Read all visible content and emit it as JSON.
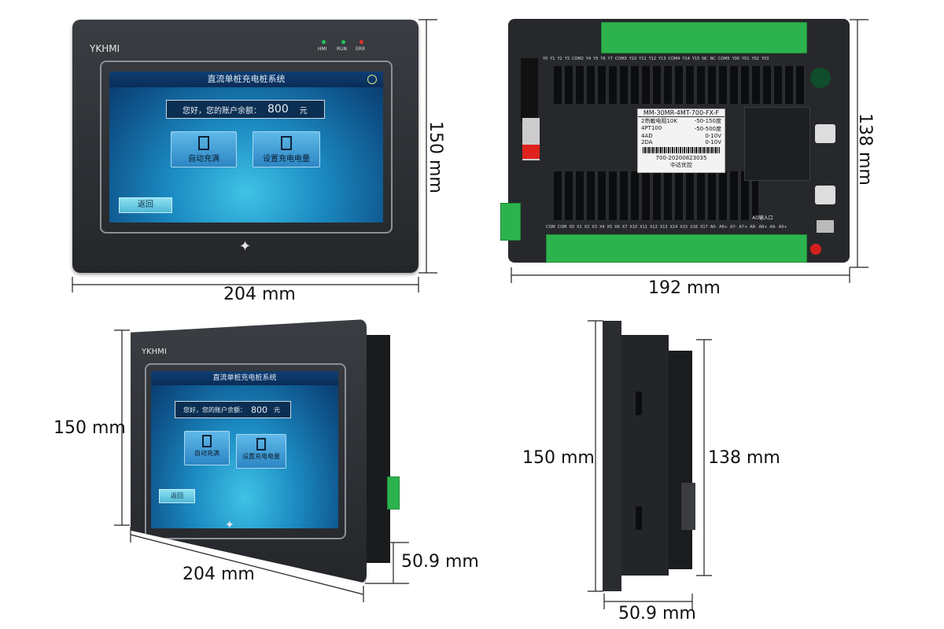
{
  "front_view": {
    "brand": "YKHMI",
    "leds": [
      {
        "label": "HMI",
        "color": "#22c35a"
      },
      {
        "label": "RUN",
        "color": "#22c35a"
      },
      {
        "label": "ERR",
        "color": "#e5322e"
      }
    ],
    "screen_title": "直流单桩充电桩系统",
    "balance_label": "您好，您的账户余额：",
    "balance_value": "800",
    "balance_unit": "元",
    "btn_auto": "自动充满",
    "btn_set": "设置充电电量",
    "btn_back": "返回",
    "width_dim": "204 mm",
    "height_dim": "150 mm"
  },
  "back_view": {
    "model_label": "MM-30MR-4MT-700-FX-F",
    "spec_rows": [
      [
        "2热敏电阻10K",
        "-50-150度"
      ],
      [
        "4PT100",
        "-50-500度"
      ],
      [
        "4AD",
        "0-10V"
      ],
      [
        "2DA",
        "0-10V"
      ]
    ],
    "serial": "700-20200823035",
    "maker": "中达优控",
    "ad_label": "AD输入口",
    "top_terminals": [
      "Y0",
      "Y1",
      "Y2",
      "Y3",
      "COM2",
      "Y4",
      "Y5",
      "Y6",
      "Y7",
      "COM3",
      "Y10",
      "Y11",
      "Y12",
      "Y13",
      "COM4",
      "Y14",
      "Y15",
      "NC",
      "NC",
      "COM5",
      "Y00",
      "Y01",
      "Y02",
      "Y03"
    ],
    "bottom_terminals": [
      "COM",
      "COM",
      "X0",
      "X1",
      "X2",
      "X3",
      "X4",
      "X5",
      "X6",
      "X7",
      "X10",
      "X11",
      "X12",
      "X13",
      "X14",
      "X15",
      "X16",
      "X17",
      "A0-",
      "A6+",
      "A7-",
      "A7+",
      "A8-",
      "A8+",
      "A9-",
      "A9+"
    ],
    "width_dim": "192 mm",
    "height_dim": "138 mm"
  },
  "angle_view": {
    "brand": "YKHMI",
    "screen_title": "直流单桩充电桩系统",
    "balance_label": "您好，您的账户余额：",
    "balance_value": "800",
    "balance_unit": "元",
    "btn_auto": "自动充满",
    "btn_set": "设置充电电量",
    "btn_back": "返回",
    "height_dim": "150 mm",
    "width_dim": "204 mm",
    "depth_dim": "50.9 mm"
  },
  "side_view": {
    "height_front_dim": "150 mm",
    "height_back_dim": "138 mm",
    "depth_dim": "50.9 mm"
  },
  "colors": {
    "panel": "#2b2d31",
    "terminal": "#2db34e",
    "screen": "#1b8ac1"
  }
}
